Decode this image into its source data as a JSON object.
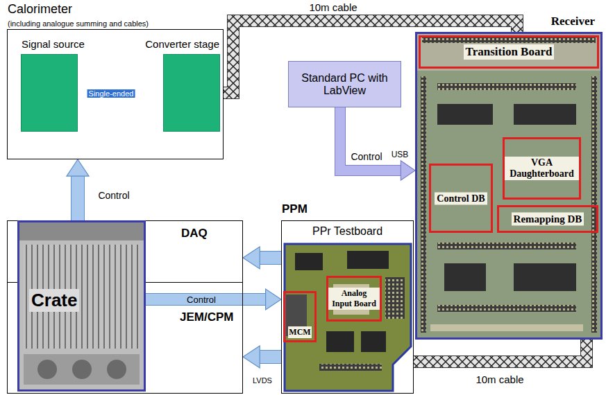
{
  "diagram": {
    "nodes": [
      {
        "text": [
          "Calorimeter",
          "(including analogue summing and cables)"
        ]
      },
      {
        "text": [
          "Signal source"
        ],
        "in": 0
      },
      {
        "text": [
          "Converter stage"
        ],
        "in": 0
      },
      {
        "text": [
          "Receiver"
        ]
      },
      {
        "text": [
          "Transition Board"
        ],
        "in": 3
      },
      {
        "text": [
          "VGA Daughterboard"
        ],
        "in": 3
      },
      {
        "text": [
          "Control DB"
        ],
        "in": 3
      },
      {
        "text": [
          "Remapping DB"
        ],
        "in": 3
      },
      {
        "text": [
          "Standard PC with LabView"
        ]
      },
      {
        "text": [
          "DAQ"
        ]
      },
      {
        "text": [
          "JEM/CPM"
        ]
      },
      {
        "text": [
          "Crate"
        ]
      },
      {
        "text": [
          "PPM",
          "PPr Testboard"
        ]
      },
      {
        "text": [
          "Analog Input Board"
        ],
        "in": 12
      },
      {
        "text": [
          "MCM"
        ],
        "in": 12
      }
    ],
    "edges": [
      {
        "from": 1,
        "to": 2,
        "arrow": "to",
        "label": "Single-ended"
      },
      {
        "from": 2,
        "to": 3,
        "arrow": "none",
        "label": "10m cable"
      },
      {
        "from": 8,
        "to": 3,
        "arrow": "to",
        "label": "Control"
      },
      {
        "from": 11,
        "to": 0,
        "arrow": "to",
        "label": "Control"
      },
      {
        "from": 12,
        "to": 9,
        "arrow": "to"
      },
      {
        "from": 11,
        "to": 12,
        "arrow": "to",
        "label": "Control"
      },
      {
        "from": 12,
        "to": 10,
        "arrow": "to",
        "label": "LVDS"
      },
      {
        "from": 3,
        "to": 12,
        "arrow": "none",
        "label": "10m cable"
      }
    ],
    "labels": [
      "USB"
    ]
  }
}
